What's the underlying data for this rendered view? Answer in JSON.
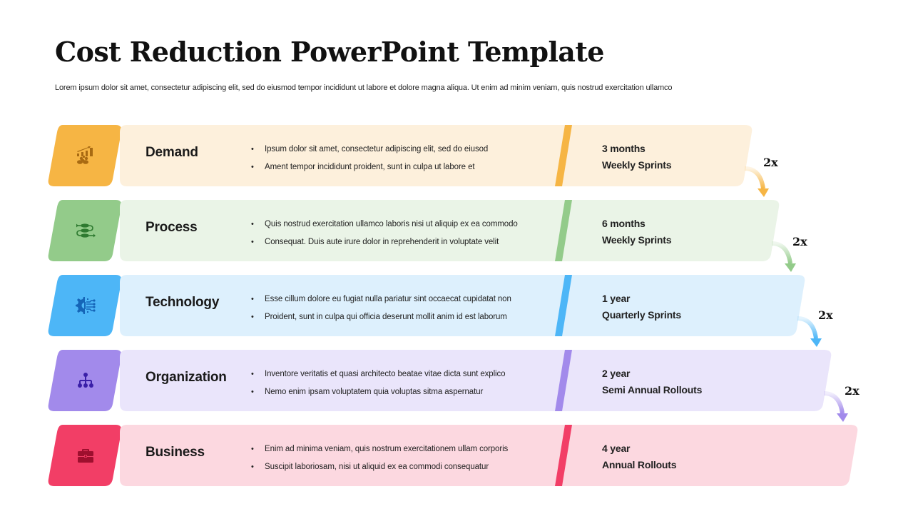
{
  "slide": {
    "title": "Cost Reduction PowerPoint Template",
    "subtitle": "Lorem ipsum dolor sit amet, consectetur adipiscing elit, sed do eiusmod tempor incididunt ut labore et dolore magna aliqua. Ut enim ad minim veniam, quis nostrud exercitation ullamco"
  },
  "rows": [
    {
      "label": "Demand",
      "icon": "growth-chart-people-icon",
      "accent": "#F6B544",
      "background": "#FDF0DC",
      "icon_color": "#A86A12",
      "bullets": [
        "Ipsum dolor sit amet, consectetur adipiscing elit, sed do eiusod",
        "Ament tempor incididunt proident, sunt in culpa ut labore et"
      ],
      "duration": "3 months",
      "cadence": "Weekly Sprints"
    },
    {
      "label": "Process",
      "icon": "process-flow-icon",
      "accent": "#93CB8A",
      "background": "#EAF4E7",
      "icon_color": "#2E7A30",
      "bullets": [
        "Quis nostrud exercitation ullamco laboris nisi ut aliquip ex ea commodo",
        "Consequat. Duis aute irure dolor in reprehenderit in voluptate velit"
      ],
      "duration": "6 months",
      "cadence": "Weekly Sprints"
    },
    {
      "label": "Technology",
      "icon": "gear-circuit-icon",
      "accent": "#4DB6F7",
      "background": "#DDF0FD",
      "icon_color": "#1565B8",
      "bullets": [
        "Esse cillum dolore eu fugiat nulla pariatur sint occaecat cupidatat non",
        "Proident, sunt in culpa qui officia deserunt mollit anim id est laborum"
      ],
      "duration": "1 year",
      "cadence": "Quarterly Sprints"
    },
    {
      "label": "Organization",
      "icon": "org-hierarchy-icon",
      "accent": "#A28AEB",
      "background": "#EAE5FB",
      "icon_color": "#3A1FA8",
      "bullets": [
        "Inventore veritatis et quasi architecto beatae vitae dicta sunt explico",
        "Nemo enim ipsam voluptatem quia voluptas sitma aspernatur"
      ],
      "duration": "2 year",
      "cadence": "Semi Annual Rollouts"
    },
    {
      "label": "Business",
      "icon": "briefcase-icon",
      "accent": "#F23E66",
      "background": "#FCD8E0",
      "icon_color": "#9E0F2E",
      "bullets": [
        "Enim ad minima veniam, quis nostrum exercitationem ullam corporis",
        "Suscipit laboriosam, nisi ut aliquid ex ea commodi consequatur"
      ],
      "duration": "4 year",
      "cadence": "Annual Rollouts"
    }
  ],
  "multipliers": [
    {
      "label": "2x",
      "color": "#F6B544"
    },
    {
      "label": "2x",
      "color": "#93CB8A"
    },
    {
      "label": "2x",
      "color": "#4DB6F7"
    },
    {
      "label": "2x",
      "color": "#A28AEB"
    }
  ]
}
